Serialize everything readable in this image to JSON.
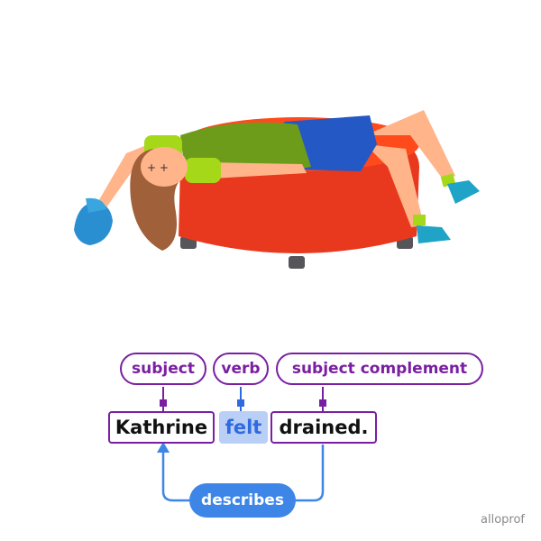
{
  "labels": {
    "subject": "subject",
    "verb": "verb",
    "subject_complement": "subject complement"
  },
  "sentence": {
    "subject_word": "Kathrine",
    "verb_word": "felt",
    "complement_word": "drained."
  },
  "relation": {
    "label": "describes"
  },
  "brand": {
    "logo_text": "alloprof"
  },
  "colors": {
    "label_border": "#7a1fa2",
    "verb_highlight": "#b9cff5",
    "arrow_blue": "#3d86e8"
  }
}
